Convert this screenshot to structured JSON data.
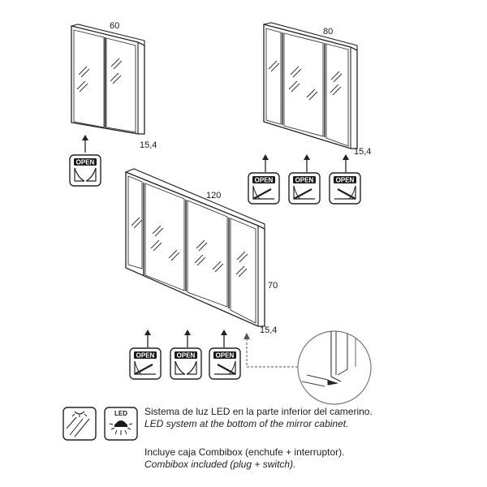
{
  "cabinets": {
    "c60": {
      "width_label": "60",
      "depth_label": "15,4"
    },
    "c80": {
      "width_label": "80",
      "depth_label": "15,4"
    },
    "c120": {
      "width_label": "120",
      "height_label": "70",
      "depth_label": "15,4"
    }
  },
  "badges": {
    "open_label": "OPEN",
    "led_label": "LED"
  },
  "legend": {
    "led_es": "Sistema de luz LED en la parte inferior del camerino.",
    "led_en": "LED system at the bottom of the mirror cabinet.",
    "combi_es": "Incluye caja Combibox (enchufe + interruptor).",
    "combi_en": "Combibox included (plug + switch)."
  },
  "colors": {
    "line": "#222222",
    "badge_fill": "#1a1a1a",
    "badge_bg": "#ffffff"
  }
}
